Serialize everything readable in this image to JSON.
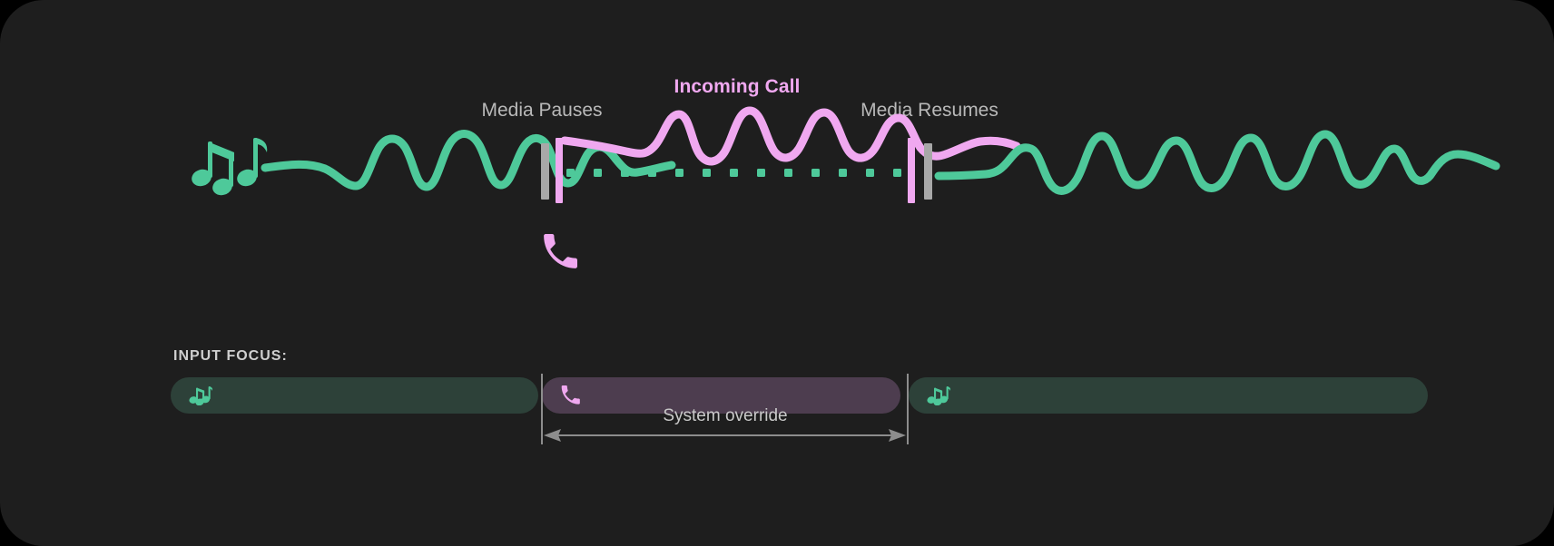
{
  "card": {
    "background": "#1e1e1e",
    "page_background": "#000000",
    "corner_radius": "48px"
  },
  "colors": {
    "media_green": "#4ec99a",
    "call_pink": "#f0a8f0",
    "marker_gray": "#a8a8a8",
    "label_gray": "#b9b9b9",
    "bar_green_bg": "#2d4139",
    "bar_purple_bg": "#4d3d4f",
    "guide_line": "#888888"
  },
  "timeline": {
    "labels": {
      "incoming_call": "Incoming Call",
      "media_pauses": "Media Pauses",
      "media_resumes": "Media Resumes"
    },
    "icons": {
      "music": "music-notes-icon",
      "phone": "phone-icon"
    },
    "markers": {
      "pause_gray_x": 601,
      "pause_pink_x": 613,
      "resume_pink_x": 1003,
      "resume_gray_x": 1021
    },
    "segments": [
      {
        "name": "media-active-before",
        "state": "playing",
        "color": "#4ec99a"
      },
      {
        "name": "call-active",
        "state": "incoming-call",
        "color": "#f0a8f0"
      },
      {
        "name": "media-active-after",
        "state": "resumed",
        "color": "#4ec99a"
      }
    ],
    "muted_track": {
      "style": "dotted",
      "color": "#4ec99a",
      "dot_count": 25
    }
  },
  "focus": {
    "heading": "INPUT FOCUS:",
    "bars": [
      {
        "name": "media-before",
        "icon": "music-notes-icon",
        "bg": "#2d4139",
        "accent": "#4ec99a"
      },
      {
        "name": "call",
        "icon": "phone-icon",
        "bg": "#4d3d4f",
        "accent": "#f0a8f0"
      },
      {
        "name": "media-after",
        "icon": "music-notes-icon",
        "bg": "#2d4139",
        "accent": "#4ec99a"
      }
    ],
    "override": {
      "label": "System override",
      "arrow": "double-headed",
      "color": "#888888"
    }
  },
  "chart_data": {
    "type": "line",
    "title": "Incoming Call",
    "xlabel": "",
    "ylabel": "",
    "series": [
      {
        "name": "Media audio (before call)",
        "color": "#4ec99a",
        "x_range": [
          290,
          600
        ],
        "style": "solid-wave"
      },
      {
        "name": "Call audio",
        "color": "#f0a8f0",
        "x_range": [
          620,
          1000
        ],
        "style": "solid-wave"
      },
      {
        "name": "Media muted track",
        "color": "#4ec99a",
        "x_range": [
          620,
          1000
        ],
        "style": "dotted"
      },
      {
        "name": "Media audio (after call)",
        "color": "#4ec99a",
        "x_range": [
          1030,
          1575
        ],
        "style": "solid-wave"
      }
    ],
    "annotations": [
      {
        "text": "Media Pauses",
        "x": 597,
        "y": 110
      },
      {
        "text": "Incoming Call",
        "x": 812,
        "y": 84
      },
      {
        "text": "Media Resumes",
        "x": 1024,
        "y": 110
      },
      {
        "text": "System override",
        "x": 799,
        "y": 448
      }
    ],
    "grid": false,
    "legend": "none"
  }
}
